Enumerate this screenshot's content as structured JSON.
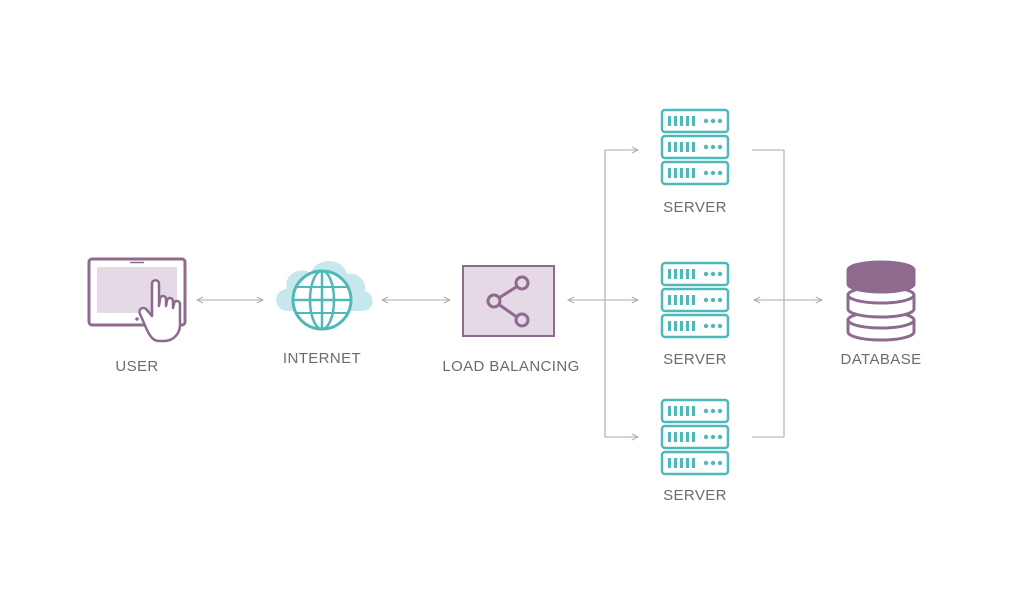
{
  "nodes": {
    "user": {
      "label": "USER",
      "icon": "tablet-touch-icon"
    },
    "internet": {
      "label": "INTERNET",
      "icon": "cloud-globe-icon"
    },
    "load_balancing": {
      "label": "LOAD BALANCING",
      "icon": "share-icon"
    },
    "servers": [
      {
        "label": "SERVER",
        "icon": "server-rack-icon"
      },
      {
        "label": "SERVER",
        "icon": "server-rack-icon"
      },
      {
        "label": "SERVER",
        "icon": "server-rack-icon"
      }
    ],
    "database": {
      "label": "DATABASE",
      "icon": "database-icon"
    }
  },
  "colors": {
    "purple": "#8e6b8e",
    "purple_fill": "#e4d9e4",
    "teal": "#4fb8b8",
    "teal_fill": "#c6e8ec",
    "connector": "#a9a9ad",
    "label": "#6b6b70"
  }
}
